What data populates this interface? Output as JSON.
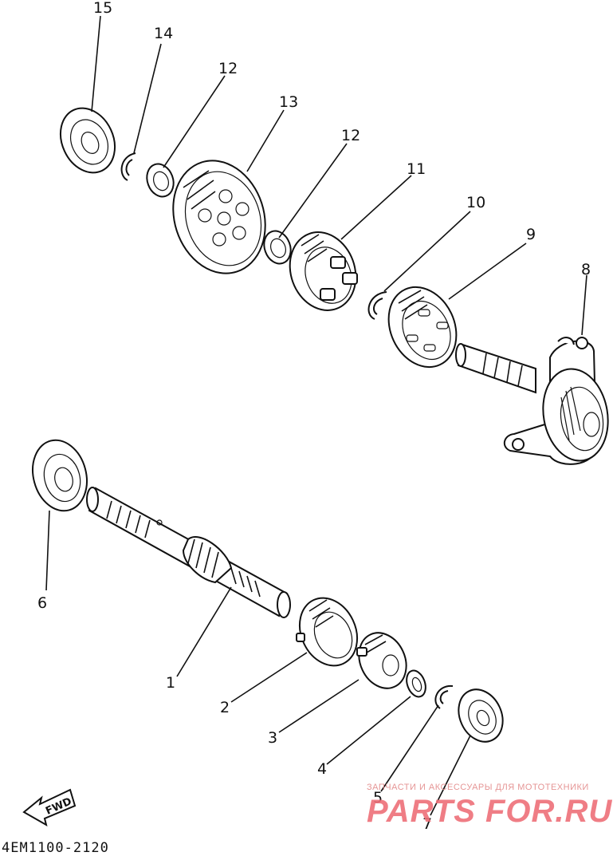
{
  "diagram": {
    "callouts": [
      "1",
      "2",
      "3",
      "4",
      "5",
      "6",
      "7",
      "8",
      "9",
      "10",
      "11",
      "12",
      "12",
      "13",
      "14",
      "15"
    ],
    "fwd_label": "FWD",
    "drawing_code": "4EM1100-2120"
  },
  "watermark": {
    "tagline": "ЗАПЧАСТИ И АКСЕССУАРЫ ДЛЯ МОТОТЕХНИКИ",
    "brand": "PARTS FOR.RU"
  }
}
